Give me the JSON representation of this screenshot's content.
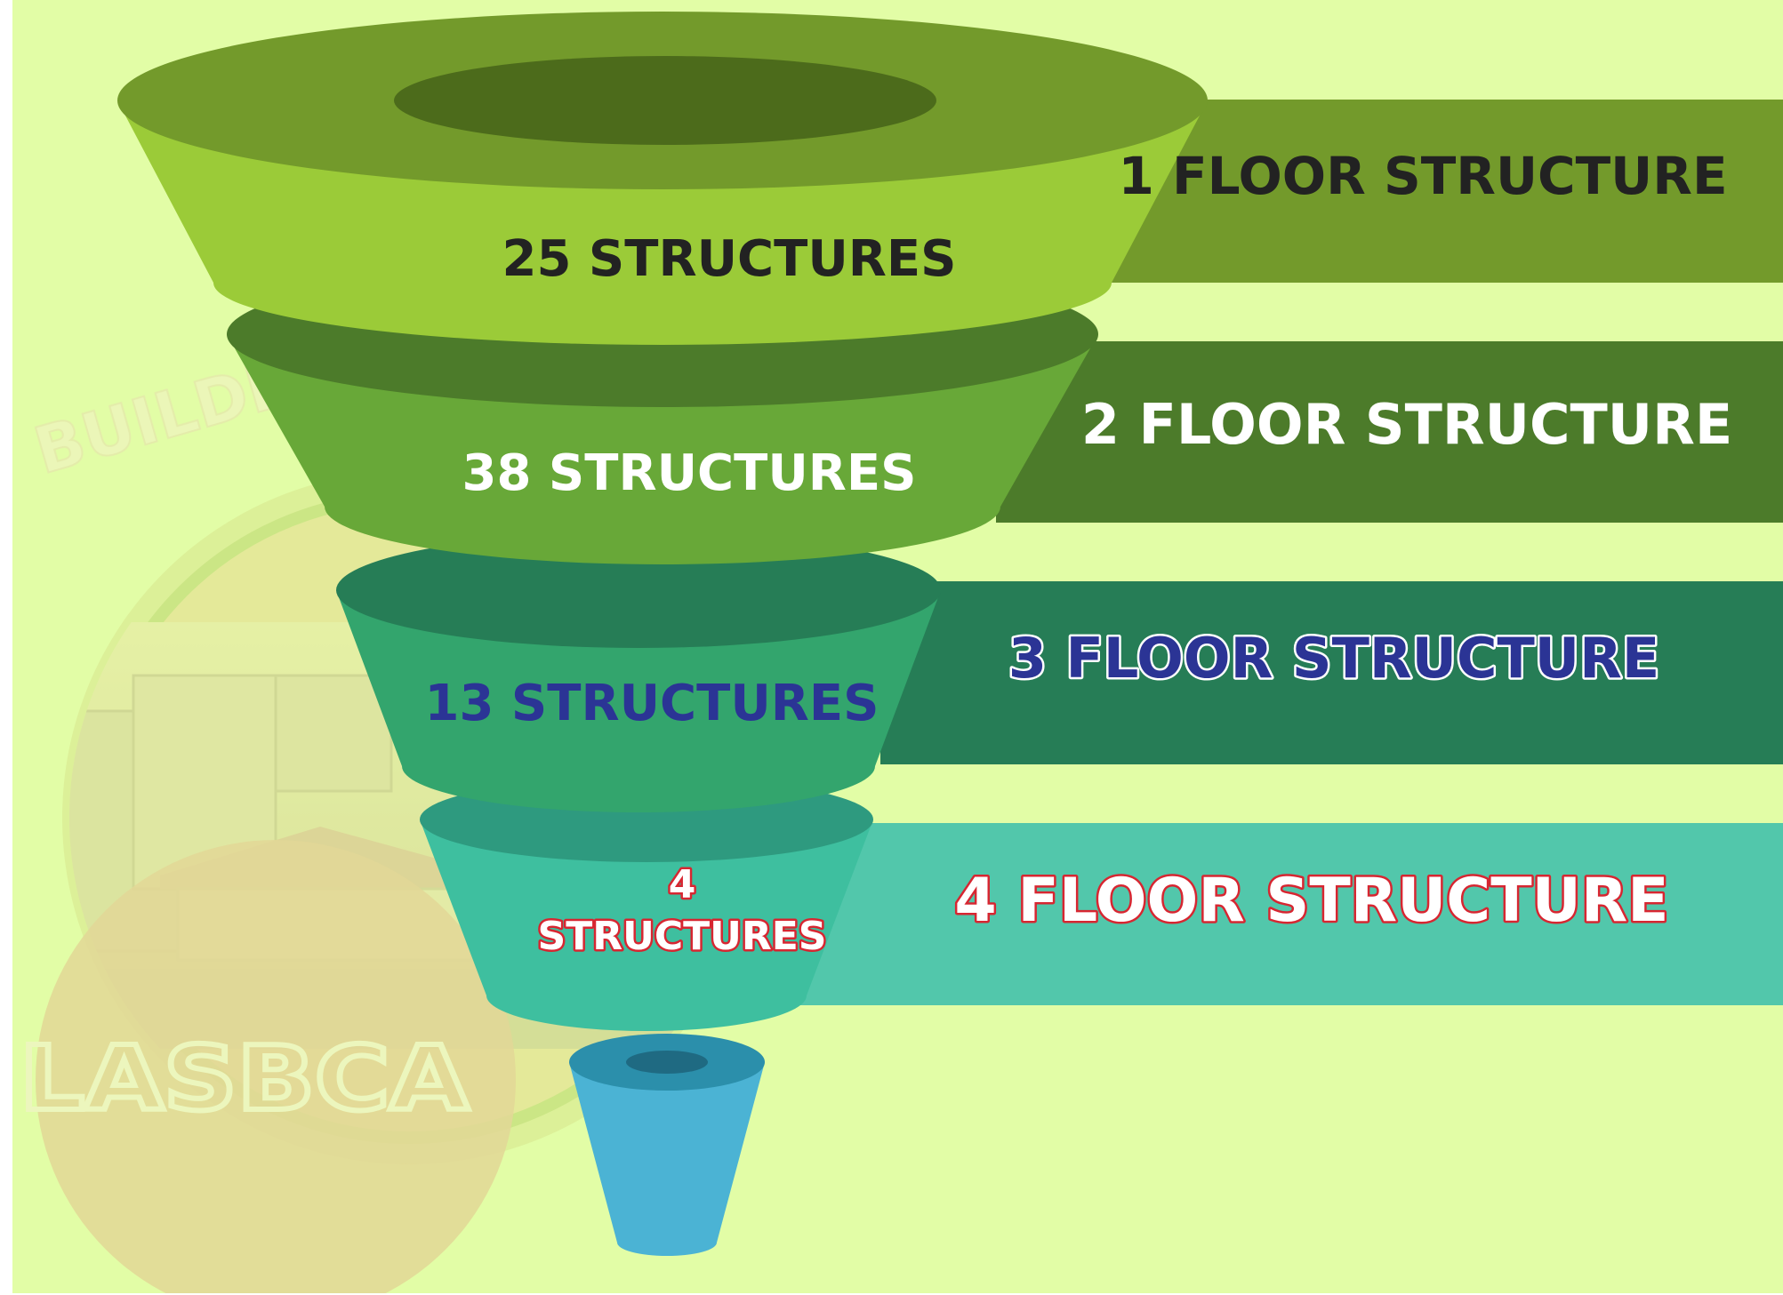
{
  "watermark": {
    "ring_text": "BUILDI",
    "abbreviation": "LASBCA"
  },
  "tiers": [
    {
      "count_label": "25 STRUCTURES",
      "band_label": "1 FLOOR STRUCTURE",
      "colors": {
        "rim": "#739a2b",
        "hole": "#4c6b1b",
        "body": "#9bcb38",
        "band": "#739a2b",
        "count_fill": "#222222",
        "count_stroke": "none",
        "band_fill": "#222222",
        "band_stroke": "none"
      }
    },
    {
      "count_label": "38 STRUCTURES",
      "band_label": "2 FLOOR STRUCTURE",
      "colors": {
        "rim": "#4c7b2a",
        "body": "#68a838",
        "band": "#4c7b2a",
        "count_fill": "#ffffff",
        "count_stroke": "none",
        "band_fill": "#ffffff",
        "band_stroke": "none"
      }
    },
    {
      "count_label": "13 STRUCTURES",
      "band_label": "3 FLOOR STRUCTURE",
      "colors": {
        "rim": "#267d56",
        "body": "#33a56d",
        "band": "#267d56",
        "count_fill": "#2b3495",
        "count_stroke": "none",
        "band_fill": "#2b3495",
        "band_stroke": "#ffffff"
      }
    },
    {
      "count_label_line1": "4",
      "count_label_line2": "STRUCTURES",
      "band_label": "4 FLOOR STRUCTURE",
      "colors": {
        "rim": "#2e9a7f",
        "body": "#3ebf9f",
        "band": "#52c7ab",
        "count_fill": "#ffffff",
        "count_stroke": "#d72631",
        "band_fill": "#ffffff",
        "band_stroke": "#d72631"
      }
    }
  ],
  "spout": {
    "colors": {
      "rim": "#2b8fab",
      "hole": "#1f6a82",
      "body": "#4bb3d4"
    }
  },
  "theme": {
    "background": "#e2fda6",
    "frame": "#ffffff"
  }
}
